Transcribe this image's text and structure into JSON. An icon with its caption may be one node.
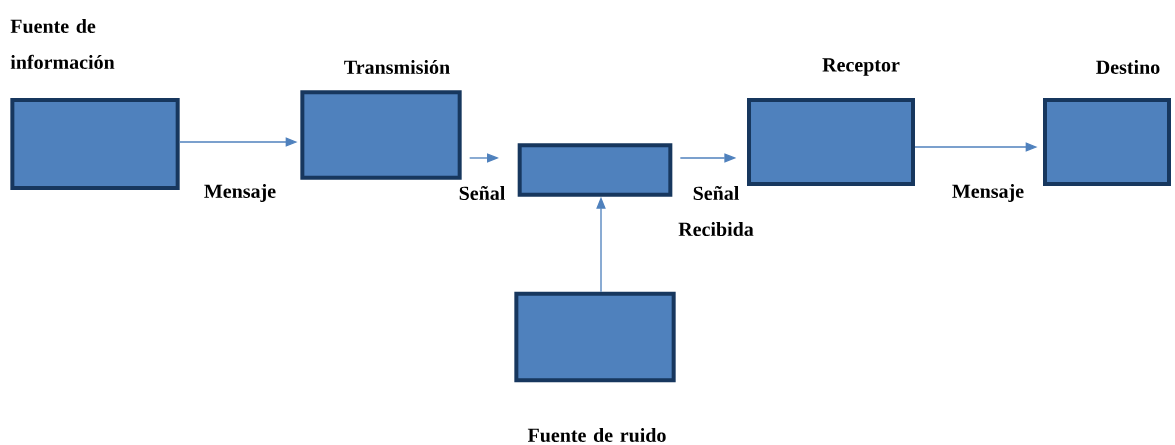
{
  "diagram": {
    "nodes": [
      {
        "text": [
          "Fuente de información"
        ]
      },
      {
        "text": [
          "Transmisión"
        ]
      },
      {
        "text": [],
        "shape": "box"
      },
      {
        "text": [
          "Receptor"
        ]
      },
      {
        "text": [
          "Destino"
        ]
      },
      {
        "text": [
          "Fuente de ruido"
        ]
      }
    ],
    "edges": [
      {
        "from": 0,
        "to": 1,
        "arrow": "to",
        "label": "Mensaje"
      },
      {
        "from": 1,
        "to": 2,
        "arrow": "to",
        "label": "Señal"
      },
      {
        "from": 2,
        "to": 3,
        "arrow": "to",
        "label": "Señal Recibida"
      },
      {
        "from": 3,
        "to": 4,
        "arrow": "to",
        "label": "Mensaje"
      },
      {
        "from": 5,
        "to": 2,
        "arrow": "to"
      }
    ]
  }
}
